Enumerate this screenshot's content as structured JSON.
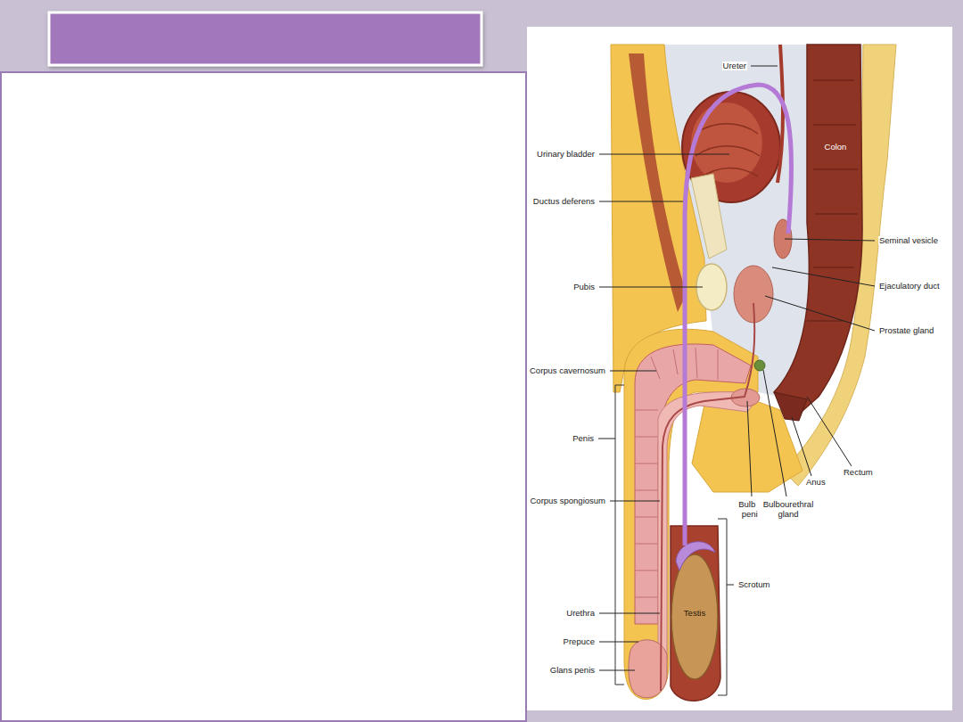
{
  "diagram": {
    "labels": [
      "Ureter",
      "Urinary bladder",
      "Colon",
      "Ductus deferens",
      "Seminal vesicle",
      "Ejaculatory duct",
      "Pubis",
      "Prostate gland",
      "Corpus cavernosum",
      "Penis",
      "Corpus spongiosum",
      "Bulb of penis",
      "Bulbourethral gland",
      "Rectum",
      "Anus",
      "Scrotum",
      "Testis",
      "Urethra",
      "Prepuce",
      "Glans penis"
    ]
  }
}
